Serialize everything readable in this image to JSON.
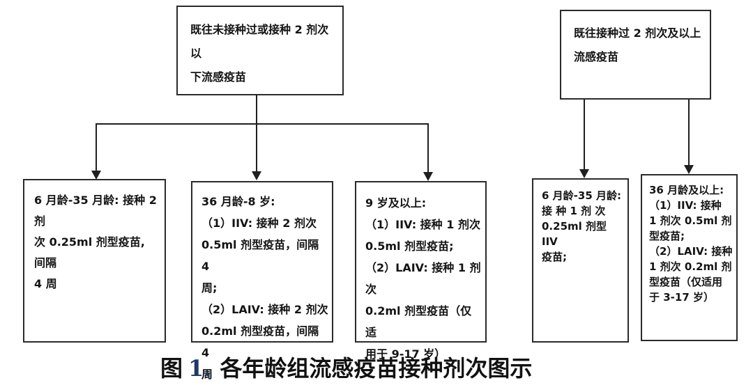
{
  "colors": {
    "background": "#ffffff",
    "line_and_text": "#1f1f1f",
    "caption_number_blue": "#1f3864"
  },
  "caption": {
    "prefix": "图",
    "number": "1.",
    "number_style": "color:#1f3864",
    "text": "各年龄组流感疫苗接种剂次图示"
  },
  "nodes": {
    "parent_left": {
      "text": "既往未接种过或接种 2 剂次以\n下流感疫苗"
    },
    "parent_right": {
      "text": "既往接种过 2 剂次及以上\n流感疫苗"
    },
    "left_child_1": {
      "text": "6 月龄-35 月龄: 接种 2 剂\n次 0.25ml 剂型疫苗, 间隔\n4 周"
    },
    "left_child_2": {
      "text": "36 月龄-8 岁:\n（1）IIV: 接种 2 剂次\n0.5ml 剂型疫苗，间隔 4\n周;\n（2）LAIV: 接种 2 剂次\n0.2ml 剂型疫苗，间隔 4\n周"
    },
    "left_child_3": {
      "text": "9 岁及以上:\n（1）IIV: 接种 1 剂次\n0.5ml 剂型疫苗;\n（2）LAIV: 接种 1 剂次\n0.2ml 剂型疫苗（仅适\n用于 9-17 岁）"
    },
    "right_child_1": {
      "text": "6 月龄-35 月龄:\n接 种 1 剂 次\n0.25ml 剂型 IIV\n疫苗;"
    },
    "right_child_2": {
      "text": "36 月龄及以上:\n（1）IIV: 接种\n1 剂次 0.5ml 剂\n型疫苗;\n（2）LAIV: 接种\n1 剂次 0.2ml 剂\n型疫苗（仅适用\n于 3-17 岁）"
    }
  }
}
